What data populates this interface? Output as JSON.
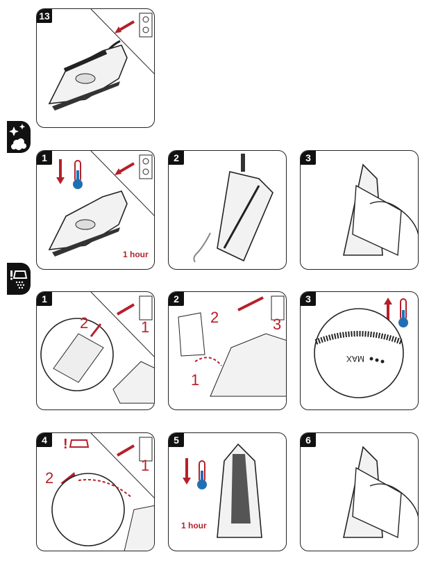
{
  "steps": {
    "p13": {
      "num": "13"
    },
    "s1": {
      "num": "1",
      "caption": "1 hour"
    },
    "s2": {
      "num": "2"
    },
    "s3": {
      "num": "3"
    },
    "t1": {
      "num": "1",
      "a": "2",
      "b": "1"
    },
    "t2": {
      "num": "2",
      "a": "2",
      "b": "3",
      "c": "1"
    },
    "t3": {
      "num": "3",
      "dial": "MAX"
    },
    "t4": {
      "num": "4",
      "a": "2",
      "b": "1",
      "mark": "!"
    },
    "t5": {
      "num": "5",
      "caption": "1 hour"
    },
    "t6": {
      "num": "6"
    }
  },
  "icons": {
    "section_a": "sparkle-clean-icon",
    "section_b": "steam-warning-icon"
  },
  "colors": {
    "accent_red": "#b5202a",
    "thermo_blue": "#1f6fb5",
    "frame": "#222222"
  }
}
